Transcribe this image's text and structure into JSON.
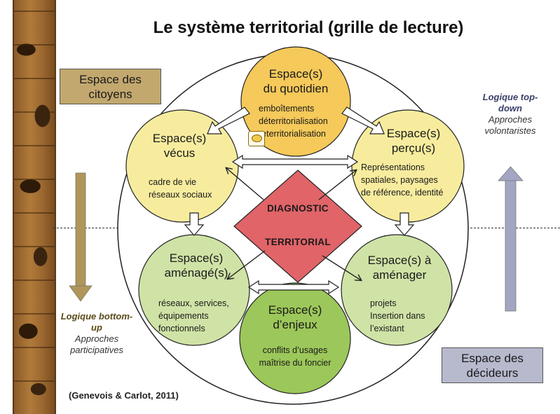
{
  "title": "Le système territorial (grille de lecture)",
  "boxes": {
    "citoyens": "Espace des citoyens",
    "decideurs": "Espace des décideurs"
  },
  "logic": {
    "top_down": {
      "title": "Logique top-down",
      "subtitle": "Approches volontaristes",
      "arrow_color": "#a3a6c2"
    },
    "bottom_up": {
      "title": "Logique bottom-up",
      "subtitle": "Approches participatives",
      "arrow_color": "#b0965a"
    }
  },
  "circles": {
    "quotidien": {
      "title_l1": "Espace(s)",
      "title_l2": "du quotidien",
      "body": [
        "emboîtements",
        "déterritorialisation",
        "reterritorialisation"
      ],
      "color": "#f5c95a"
    },
    "vecus": {
      "title_l1": "Espace(s)",
      "title_l2": "vécus",
      "body": [
        "cadre de vie",
        "réseaux sociaux"
      ],
      "color": "#f7ec9e"
    },
    "percus": {
      "title_l1": "Espace(s)",
      "title_l2": "perçu(s)",
      "body": [
        "Représentations",
        "spatiales, paysages",
        "de référence, identité"
      ],
      "color": "#f7ec9e"
    },
    "amenages": {
      "title_l1": "Espace(s)",
      "title_l2": "aménagé(s)",
      "body": [
        "réseaux, services,",
        "équipements",
        "fonctionnels"
      ],
      "color": "#cfe3a6"
    },
    "a_amenager": {
      "title_l1": "Espace(s) à",
      "title_l2": "aménager",
      "body": [
        "projets",
        "Insertion dans",
        "l’existant"
      ],
      "color": "#cfe3a6"
    },
    "enjeux": {
      "title_l1": "Espace(s)",
      "title_l2": "d’enjeux",
      "body": [
        "conflits d’usages",
        "maîtrise du foncier"
      ],
      "color": "#9cc75a"
    }
  },
  "diagnostic": {
    "line1": "DIAGNOSTIC",
    "line2": "TERRITORIAL",
    "color": "#e06468"
  },
  "citation": "(Genevois & Carlot, 2011)"
}
